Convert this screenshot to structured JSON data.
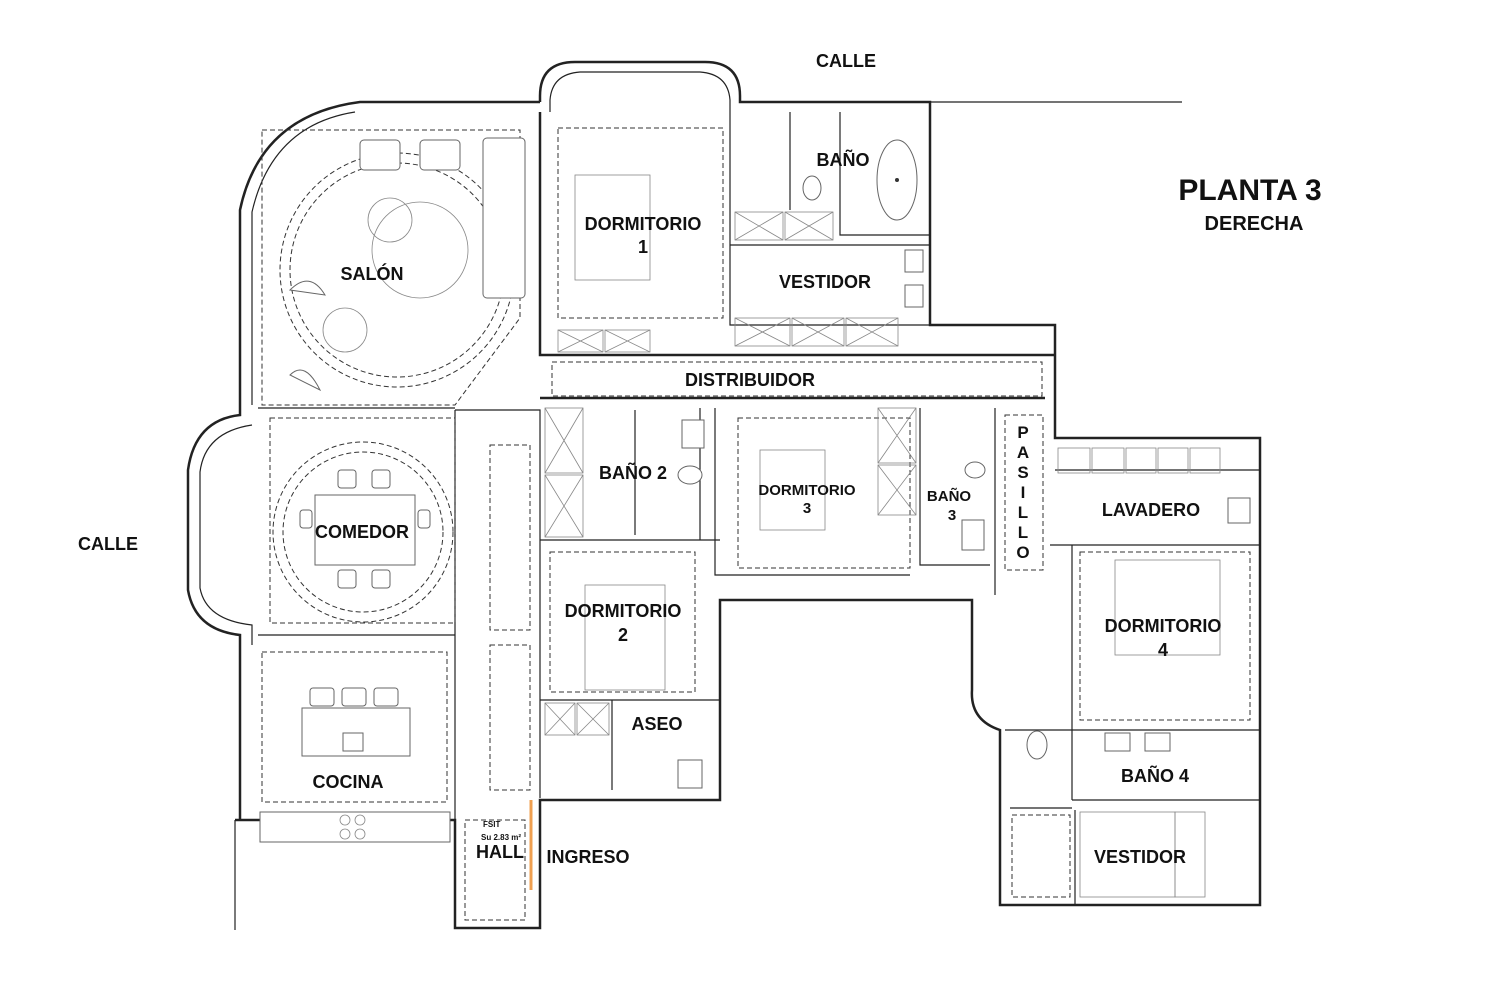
{
  "title": {
    "main": "PLANTA 3",
    "sub": "DERECHA"
  },
  "streets": {
    "top": "CALLE",
    "left": "CALLE"
  },
  "rooms": {
    "salon": "SALÓN",
    "comedor": "COMEDOR",
    "cocina": "COCINA",
    "hall": "HALL",
    "ingreso": "INGRESO",
    "dormitorio1": [
      "DORMITORIO",
      "1"
    ],
    "bano1": "BAÑO",
    "vestidor1": "VESTIDOR",
    "distribuidor": "DISTRIBUIDOR",
    "bano2": "BAÑO 2",
    "dormitorio2": [
      "DORMITORIO",
      "2"
    ],
    "aseo": "ASEO",
    "dormitorio3": [
      "DORMITORIO",
      "3"
    ],
    "bano3": [
      "BAÑO",
      "3"
    ],
    "pasillo": [
      "P",
      "A",
      "S",
      "I",
      "L",
      "L",
      "O"
    ],
    "lavadero": "LAVADERO",
    "dormitorio4": [
      "DORMITORIO",
      "4"
    ],
    "bano4": "BAÑO 4",
    "vestidor4": "VESTIDOR"
  },
  "annotations": {
    "hall_area": "Su 2.83 m²",
    "hall_code": "FSIT"
  },
  "colors": {
    "ingreso_line": "#f0a050"
  }
}
